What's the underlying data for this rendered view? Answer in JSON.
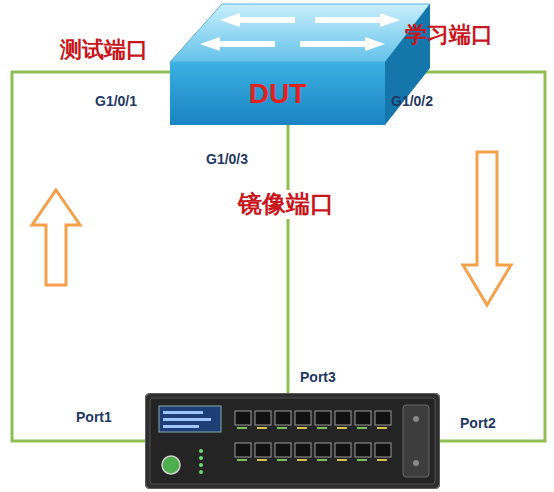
{
  "diagram": {
    "nodes": [
      {
        "text": [
          "DUT"
        ]
      },
      {
        "text": [
          "Port1",
          "Port2",
          "Port3"
        ]
      }
    ],
    "edges": [
      {
        "from": 1,
        "to": 0,
        "arrow": "none"
      },
      {
        "from": 0,
        "to": 1,
        "arrow": "none"
      },
      {
        "from": 0,
        "to": 1,
        "arrow": "none"
      }
    ],
    "labels": [
      "测试端口",
      "学习端口",
      "G1/0/1",
      "G1/0/2",
      "G1/0/3",
      "镜像端口"
    ]
  }
}
